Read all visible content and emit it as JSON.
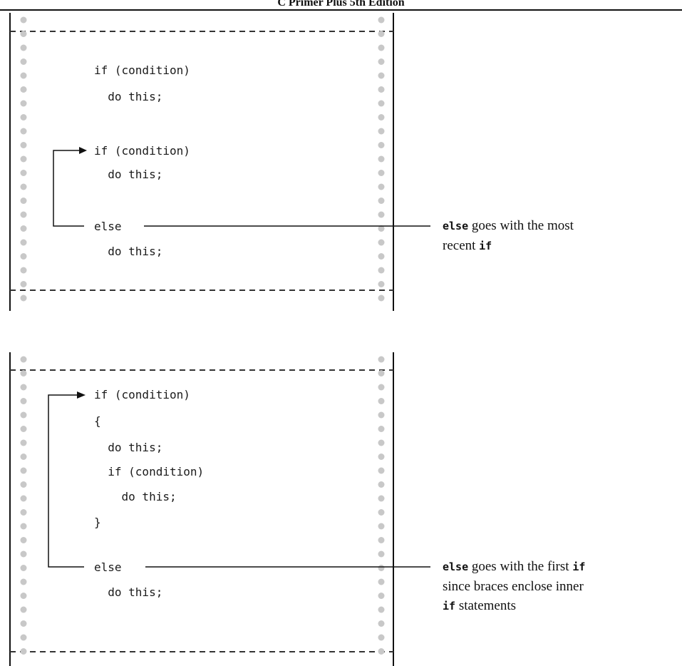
{
  "header": {
    "title": "C Primer Plus 5th Edition"
  },
  "colors": {
    "ink": "#111111",
    "margin_hole": "#c8c8c8"
  },
  "panel_top": {
    "code": [
      "if (condition)",
      "  do this;",
      "",
      "if (condition)",
      "  do this;",
      "",
      "else",
      "  do this;"
    ],
    "note": {
      "line1": {
        "kw": "else",
        "text": " goes with the most"
      },
      "line2": {
        "text": "recent ",
        "kw": "if"
      }
    }
  },
  "panel_bottom": {
    "code": [
      "if (condition)",
      "{",
      "  do this;",
      "  if (condition)",
      "    do this;",
      "}",
      "else",
      "  do this;"
    ],
    "note": {
      "line1": {
        "kw": "else",
        "text": " goes with the first ",
        "kw2": "if"
      },
      "line2": {
        "text": "since braces enclose inner"
      },
      "line3": {
        "kw": "if",
        "text": " statements"
      }
    }
  }
}
